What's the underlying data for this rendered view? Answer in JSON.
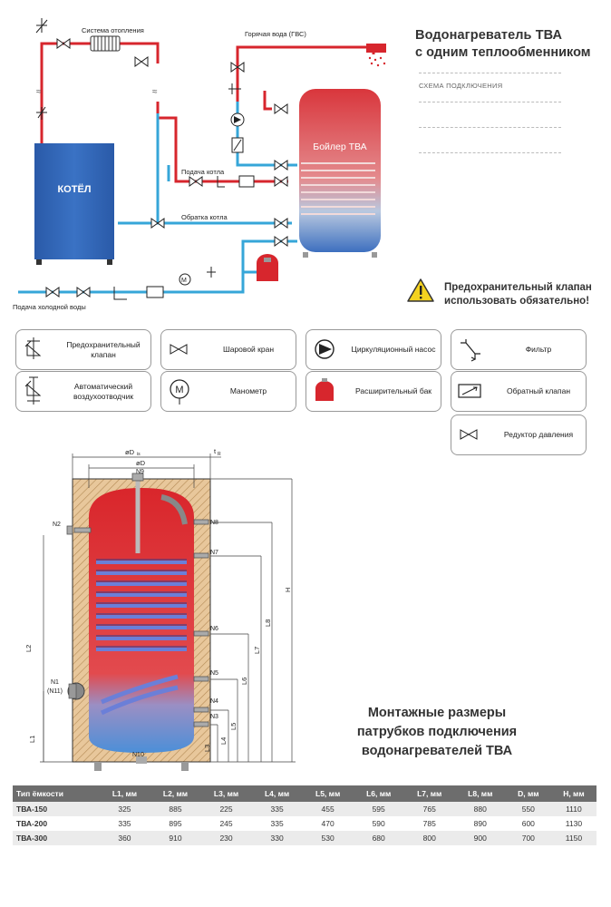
{
  "header": {
    "title_line1": "Водонагреватель ТВА",
    "title_line2": "с одним теплообменником",
    "subtitle": "СХЕМА ПОДКЛЮЧЕНИЯ"
  },
  "scheme": {
    "heating_system": "Система отопления",
    "hot_water": "Горячая вода (ГВС)",
    "boiler_label": "КОТЁЛ",
    "tank_label": "Бойлер ТВА",
    "boiler_supply": "Подача котла",
    "boiler_return": "Обратка котла",
    "cold_water": "Подача холодной воды"
  },
  "warning": {
    "line1": "Предохранительный клапан",
    "line2": "использовать обязательно!"
  },
  "legend": [
    {
      "icon": "safety-valve-icon",
      "line1": "Предохранительный",
      "line2": "клапан"
    },
    {
      "icon": "ball-valve-icon",
      "line1": "Шаровой кран",
      "line2": ""
    },
    {
      "icon": "circulation-pump-icon",
      "line1": "Циркуляционный насос",
      "line2": ""
    },
    {
      "icon": "filter-icon",
      "line1": "Фильтр",
      "line2": ""
    },
    {
      "icon": "air-vent-icon",
      "line1": "Автоматический",
      "line2": "воздухоотводчик"
    },
    {
      "icon": "manometer-icon",
      "line1": "Манометр",
      "line2": ""
    },
    {
      "icon": "expansion-tank-icon",
      "line1": "Расширительный бак",
      "line2": ""
    },
    {
      "icon": "check-valve-icon",
      "line1": "Обратный клапан",
      "line2": ""
    },
    {
      "icon": "pressure-reducer-icon",
      "line1": "Редуктор давления",
      "line2": ""
    }
  ],
  "drawing": {
    "dims_top": {
      "od": "øD",
      "odi": "øD",
      "odi_sub": "is",
      "t": "t",
      "t_sub": "R"
    },
    "nozzles": [
      "N1",
      "(N11)",
      "N2",
      "N3",
      "N4",
      "N5",
      "N6",
      "N7",
      "N8",
      "N9",
      "N10"
    ],
    "lengths": [
      "L1",
      "L2",
      "L3",
      "L4",
      "L5",
      "L6",
      "L7",
      "L8",
      "H"
    ]
  },
  "caption": {
    "line1": "Монтажные размеры",
    "line2": "патрубков подключения",
    "line3": "водонагревателей ТВА"
  },
  "table": {
    "headers": [
      "Тип ёмкости",
      "L1, мм",
      "L2, мм",
      "L3, мм",
      "L4, мм",
      "L5, мм",
      "L6, мм",
      "L7, мм",
      "L8, мм",
      "D, мм",
      "H, мм"
    ],
    "rows": [
      [
        "ТВА-150",
        "325",
        "885",
        "225",
        "335",
        "455",
        "595",
        "765",
        "880",
        "550",
        "1110"
      ],
      [
        "ТВА-200",
        "335",
        "895",
        "245",
        "335",
        "470",
        "590",
        "785",
        "890",
        "600",
        "1130"
      ],
      [
        "ТВА-300",
        "360",
        "910",
        "230",
        "330",
        "530",
        "680",
        "800",
        "900",
        "700",
        "1150"
      ]
    ]
  },
  "colors": {
    "hot": "#d7262d",
    "cold": "#36a6d8",
    "boiler": "#2a64b4",
    "grey_header": "#6d6d6d"
  }
}
